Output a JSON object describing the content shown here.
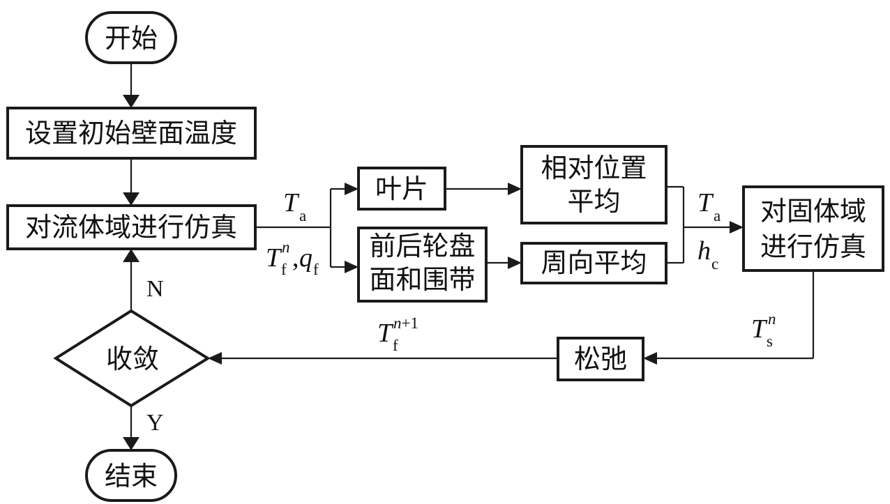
{
  "nodes": {
    "start": "开始",
    "init_wall_temp": "设置初始壁面温度",
    "fluid_sim": "对流体域进行仿真",
    "blade": "叶片",
    "disk_shroud_line1": "前后轮盘",
    "disk_shroud_line2": "面和围带",
    "rel_pos_avg_line1": "相对位置",
    "rel_pos_avg_line2": "平均",
    "circ_avg": "周向平均",
    "solid_sim_line1": "对固体域",
    "solid_sim_line2": "进行仿真",
    "relax": "松弛",
    "converge": "收敛",
    "end": "结束"
  },
  "edge_labels": {
    "no": "N",
    "yes": "Y"
  },
  "math_labels": {
    "ta_left": {
      "base": "T",
      "sub": "a"
    },
    "tfn": {
      "base": "T",
      "sub": "f",
      "sup": "n"
    },
    "comma": ",",
    "qf": {
      "base": "q",
      "sub": "f"
    },
    "ta_right": {
      "base": "T",
      "sub": "a"
    },
    "hc": {
      "base": "h",
      "sub": "c"
    },
    "tsn": {
      "base": "T",
      "sub": "s",
      "sup": "n"
    },
    "tfn1": {
      "base": "T",
      "sub": "f",
      "sup_var": "n",
      "sup_rest": "+1"
    }
  }
}
